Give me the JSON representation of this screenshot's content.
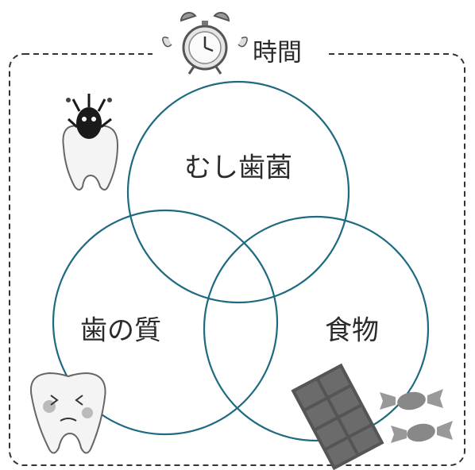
{
  "frame": {
    "label": "時間",
    "icon": "alarm-clock-icon"
  },
  "circles": [
    {
      "id": "bacteria",
      "label": "むし歯菌",
      "icon": "germ-on-tooth-icon"
    },
    {
      "id": "tooth",
      "label": "歯の質",
      "icon": "worried-tooth-icon"
    },
    {
      "id": "food",
      "label": "食物",
      "icon": "chocolate-and-candy-icon"
    }
  ],
  "colors": {
    "circle_stroke": "#1e6a80",
    "frame_stroke": "#333333",
    "text": "#2b2b2b"
  }
}
